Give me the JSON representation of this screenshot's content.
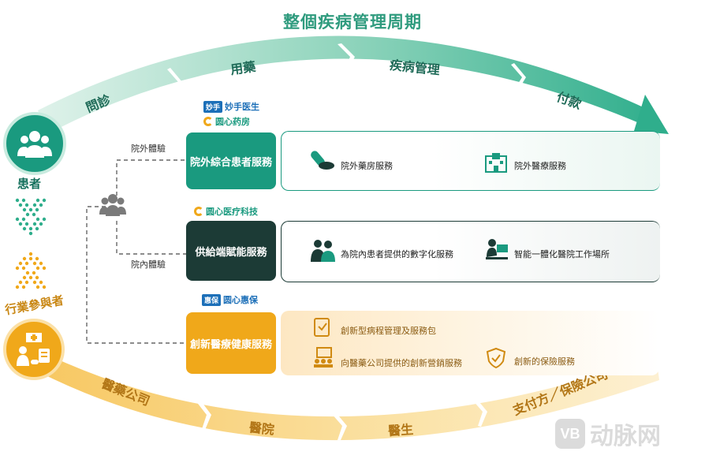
{
  "title": "整個疾病管理周期",
  "top_arrow": [
    "問診",
    "用藥",
    "疾病管理",
    "付款"
  ],
  "bottom_arrow": [
    "醫藥公司",
    "醫院",
    "醫生",
    "支付方／保險公司"
  ],
  "patient_label": "患者",
  "industry_label": "行業參與者",
  "branch_labels": {
    "outpatient": "院外體驗",
    "inpatient": "院內體驗"
  },
  "services": [
    {
      "logos": [
        "妙手医生",
        "圆心药房"
      ],
      "name": "院外綜合患者服務",
      "items": [
        "院外藥房服務",
        "院外醫療服務"
      ]
    },
    {
      "logos": [
        "圆心医疗科技"
      ],
      "name": "供給端賦能服務",
      "items": [
        "為院內患者提供的數字化服務",
        "智能一體化醫院工作場所"
      ]
    },
    {
      "logos": [
        "圆心惠保"
      ],
      "name": "創新醫療健康服務",
      "items": [
        "創新型病程管理及服務包",
        "向醫藥公司提供的創新營銷服務",
        "創新的保險服務"
      ]
    }
  ],
  "logo_badges": {
    "miaoshou": "妙手",
    "huibao": "惠保"
  },
  "watermark": "动脉网",
  "colors": {
    "green_dark": "#14705c",
    "green_box": "#1a9a7f",
    "dark_box": "#1c3b36",
    "gold": "#f0a81a"
  }
}
